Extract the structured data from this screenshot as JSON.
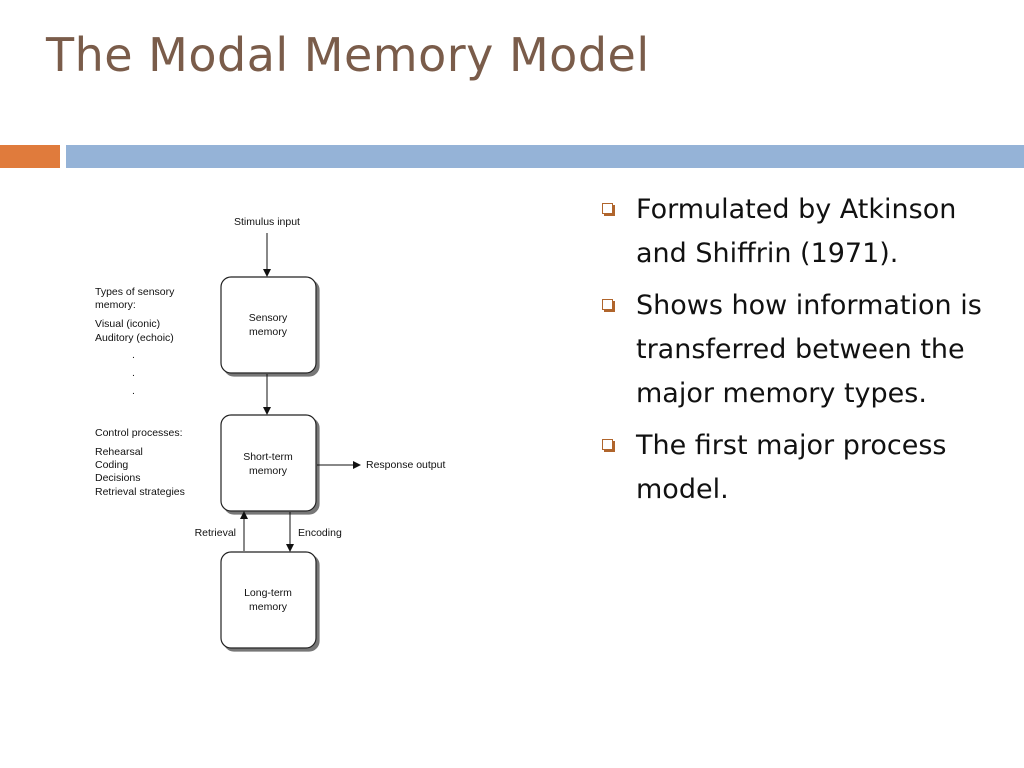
{
  "slide": {
    "title": "The Modal Memory Model"
  },
  "colors": {
    "title": "#7a5c4a",
    "accent_orange": "#e07b3c",
    "accent_blue": "#95b3d7",
    "bullet": "#b0652c"
  },
  "diagram": {
    "stimulus_input": "Stimulus input",
    "sensory_memory": [
      "Sensory",
      "memory"
    ],
    "short_term_memory": [
      "Short-term",
      "memory"
    ],
    "long_term_memory": [
      "Long-term",
      "memory"
    ],
    "response_output": "Response output",
    "retrieval": "Retrieval",
    "encoding": "Encoding",
    "sensory_types_heading": [
      "Types of sensory",
      "memory:"
    ],
    "sensory_types": [
      "Visual (iconic)",
      "Auditory (echoic)"
    ],
    "ellipsis": [
      ".",
      ".",
      "."
    ],
    "control_heading": "Control processes:",
    "control_items": [
      "Rehearsal",
      "Coding",
      "Decisions",
      "Retrieval strategies"
    ]
  },
  "bullets": [
    {
      "text": "Formulated by Atkinson and Shiffrin (1971).",
      "icon": "square-bullet-icon"
    },
    {
      "text": "Shows how information is transferred between the major memory types.",
      "icon": "square-bullet-icon"
    },
    {
      "text": "The first major process model.",
      "icon": "square-bullet-icon"
    }
  ]
}
